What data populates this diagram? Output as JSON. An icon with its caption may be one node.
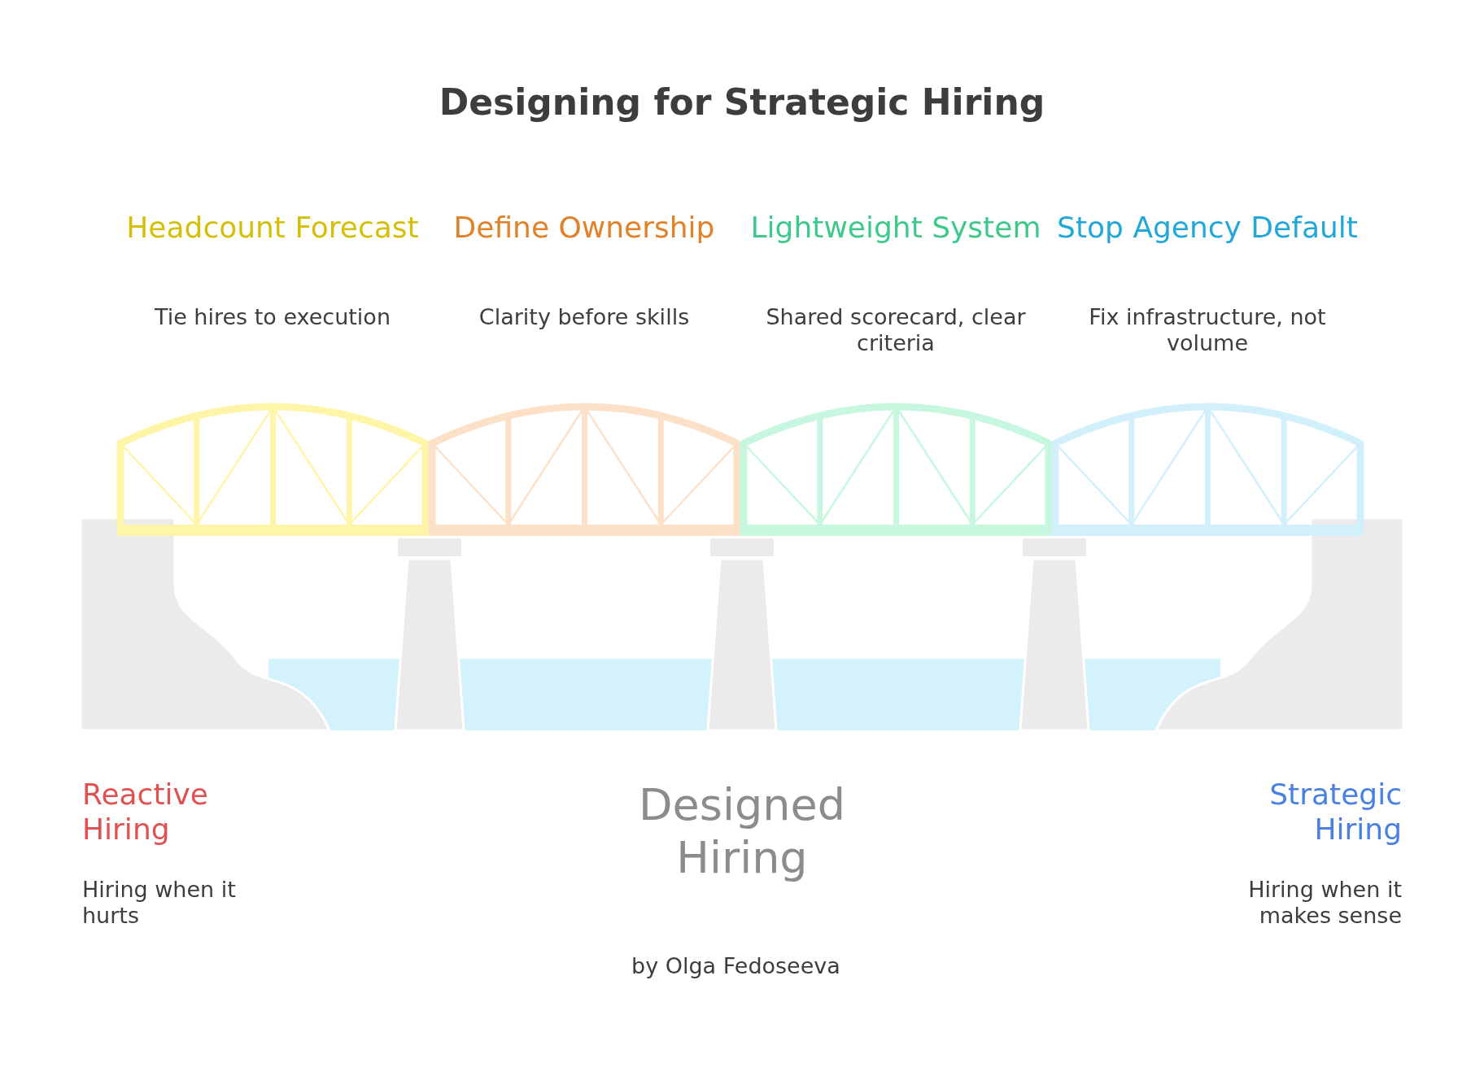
{
  "diagram": {
    "title": "Designing for Strategic Hiring",
    "labels": [
      "Headcount Forecast",
      "Tie hires to execution",
      "Define Ownership",
      "Clarity before skills",
      "Lightweight System",
      "Shared scorecard, clear criteria",
      "Stop Agency Default",
      "Fix infrastructure, not volume",
      "Reactive Hiring",
      "Hiring when it hurts",
      "Designed Hiring",
      "Strategic Hiring",
      "Hiring when it makes sense",
      "by Olga Fedoseeva"
    ]
  }
}
